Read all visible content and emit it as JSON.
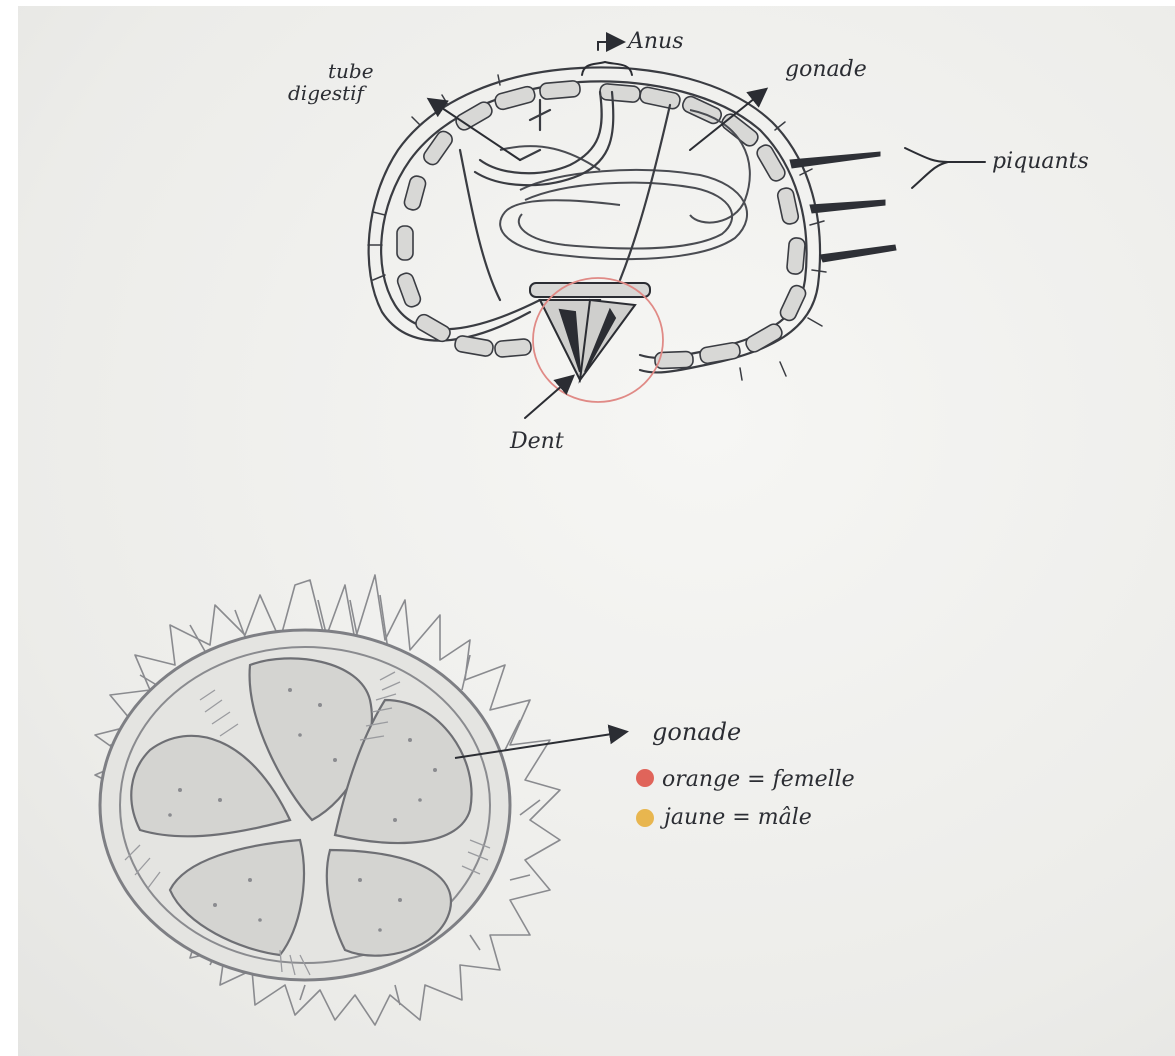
{
  "labels": {
    "anus": "Anus",
    "tube_line1": "tube",
    "tube_line2": "digestif",
    "gonade_top": "gonade",
    "piquants": "piquants",
    "dent": "Dent",
    "gonade_bottom": "gonade",
    "orange_femelle": "orange = femelle",
    "jaune_male": "jaune = mâle"
  },
  "legend_colors": {
    "orange": "#e0645a",
    "jaune": "#e8b64f"
  },
  "colors": {
    "pencil": "#3a3c42",
    "pencil_light": "#8a8b8f",
    "highlight_circle": "#e08a86"
  }
}
